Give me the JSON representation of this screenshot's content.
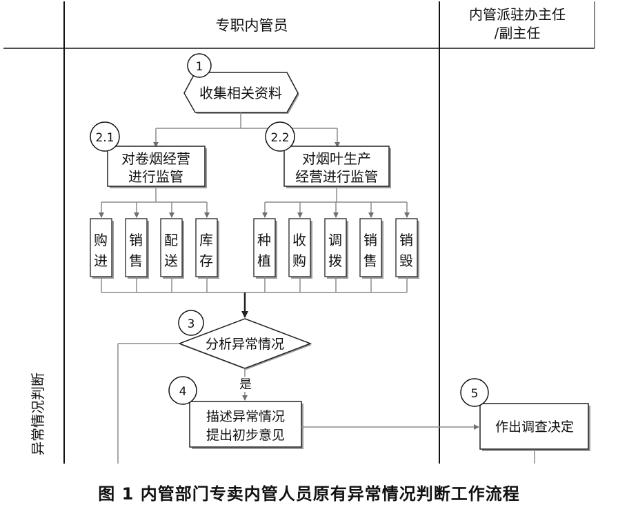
{
  "lanes": {
    "row_label": "异常情况判断",
    "col1_header": "专职内管员",
    "col2_header_line1": "内管派驻办主任",
    "col2_header_line2": "/副主任"
  },
  "nodes": {
    "n1": {
      "number": "1",
      "label": "收集相关资料"
    },
    "n21": {
      "number": "2.1",
      "line1": "对卷烟经营",
      "line2": "进行监管"
    },
    "n22": {
      "number": "2.2",
      "line1": "对烟叶生产",
      "line2": "经营进行监管"
    },
    "n3": {
      "number": "3",
      "label": "分析异常情况"
    },
    "n4": {
      "number": "4",
      "line1": "描述异常情况",
      "line2": "提出初步意见"
    },
    "n5": {
      "number": "5",
      "label": "作出调查决定"
    }
  },
  "cigarette_items": [
    {
      "c1": "购",
      "c2": "进"
    },
    {
      "c1": "销",
      "c2": "售"
    },
    {
      "c1": "配",
      "c2": "送"
    },
    {
      "c1": "库",
      "c2": "存"
    }
  ],
  "leaf_items": [
    {
      "c1": "种",
      "c2": "植"
    },
    {
      "c1": "收",
      "c2": "购"
    },
    {
      "c1": "调",
      "c2": "拨"
    },
    {
      "c1": "销",
      "c2": "售"
    },
    {
      "c1": "销",
      "c2": "毁"
    }
  ],
  "edge_labels": {
    "yes": "是"
  },
  "caption": "图 1   内管部门专卖内管人员原有异常情况判断工作流程",
  "colors": {
    "line": "#111111",
    "connector": "#8a8a8a",
    "box_shadow": "#9a9a9a"
  }
}
